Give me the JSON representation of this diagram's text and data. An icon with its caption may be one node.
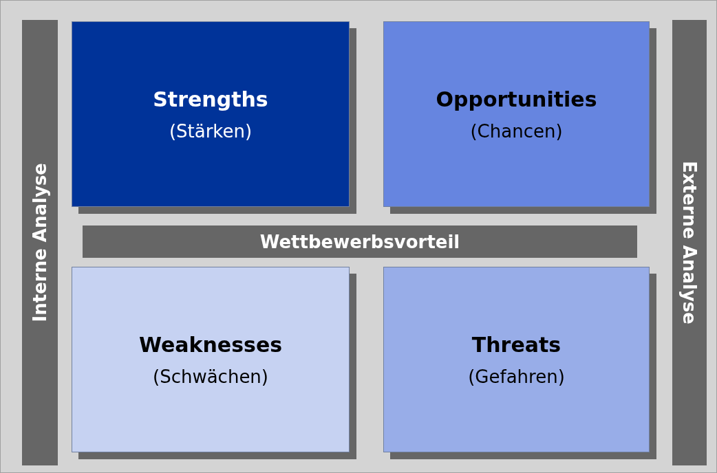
{
  "diagram": {
    "nodes": [
      {
        "text": [
          "Interne Analyse"
        ]
      },
      {
        "text": [
          "Strengths",
          "(Stärken)"
        ]
      },
      {
        "text": [
          "Opportunities",
          "(Chancen)"
        ]
      },
      {
        "text": [
          "Externe Analyse"
        ]
      },
      {
        "text": [
          "Wettbewerbsvorteil"
        ]
      },
      {
        "text": [
          "Weaknesses",
          "(Schwächen)"
        ]
      },
      {
        "text": [
          "Threats",
          "(Gefahren)"
        ]
      }
    ]
  }
}
